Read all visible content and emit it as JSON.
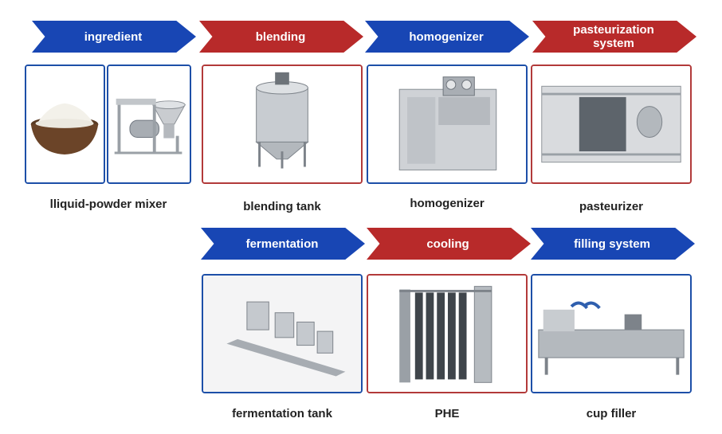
{
  "steps": [
    {
      "label": "ingredient",
      "color": "#1846b4"
    },
    {
      "label": "blending",
      "color": "#b82a2a"
    },
    {
      "label": "homogenizer",
      "color": "#1846b4"
    },
    {
      "label": "pasteurization system",
      "color": "#b82a2a"
    },
    {
      "label": "fermentation",
      "color": "#1846b4"
    },
    {
      "label": "cooling",
      "color": "#b82a2a"
    },
    {
      "label": "filling system",
      "color": "#1846b4"
    }
  ],
  "captions": {
    "mixer": "lliquid-powder mixer",
    "blending_tank": "blending tank",
    "homogenizer": "homogenizer",
    "pasteurizer": "pasteurizer",
    "fermentation_tank": "fermentation  tank",
    "phe": "PHE",
    "cup_filler": "cup filler"
  }
}
